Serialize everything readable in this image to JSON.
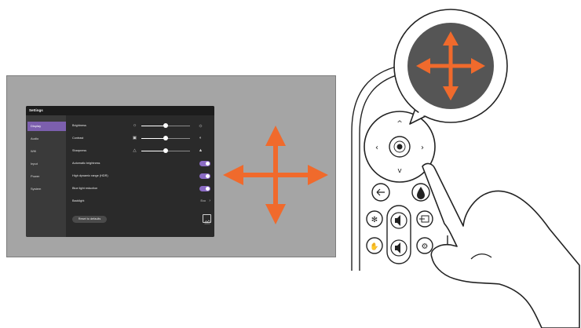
{
  "window": {
    "title": "Settings"
  },
  "sidebar": {
    "items": [
      {
        "label": "Display",
        "active": true
      },
      {
        "label": "Audio"
      },
      {
        "label": "Wifi"
      },
      {
        "label": "Input"
      },
      {
        "label": "Power"
      },
      {
        "label": "System"
      }
    ]
  },
  "settings": {
    "brightness": {
      "label": "Brightness",
      "level": 0.5
    },
    "contrast": {
      "label": "Contrast",
      "level": 0.5
    },
    "sharpness": {
      "label": "Sharpness",
      "level": 0.5
    },
    "automatic_brightness": {
      "label": "Automatic brightness",
      "on": true
    },
    "hdr": {
      "label": "High dynamic range (HDR)",
      "on": true
    },
    "blue_light": {
      "label": "Blue light reduction",
      "on": true
    },
    "backlight": {
      "label": "Backlight",
      "value": "Eco"
    },
    "reset_label": "Reset to defaults"
  },
  "icons": {
    "brightness_low": "sun-small-icon",
    "brightness_high": "sun-large-icon",
    "contrast_low": "contrast-low-icon",
    "contrast_high": "contrast-high-icon",
    "sharpness_low": "sharpness-low-icon",
    "sharpness_high": "sharpness-high-icon",
    "backlight_chevron": "chevron-right-icon",
    "picture_mode": "picture-mode-icon"
  },
  "colors": {
    "accent": "#7c5fae",
    "toggle_on": "#8b6bc5",
    "arrow": "#f06a2c",
    "panel_bg": "#2a2a2a",
    "tv_bg": "#a5a5a5"
  }
}
